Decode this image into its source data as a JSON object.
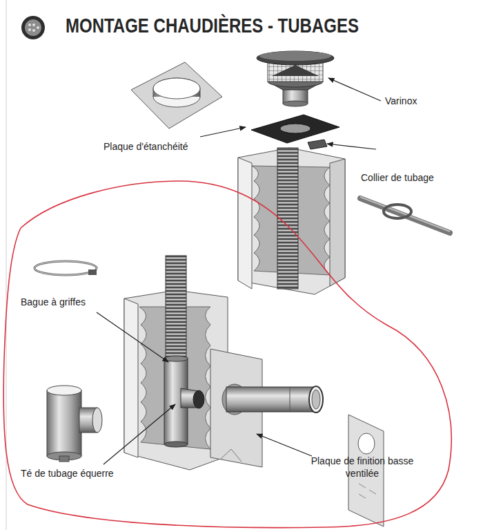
{
  "diagram": {
    "title": "MONTAGE CHAUDIÈRES - TUBAGES",
    "labels": [
      "Varinox",
      "Plaque d'étanchéité",
      "Collier de tubage",
      "Bague à griffes",
      "Té de tubage équerre",
      "Plaque de finition basse ventilée"
    ]
  }
}
